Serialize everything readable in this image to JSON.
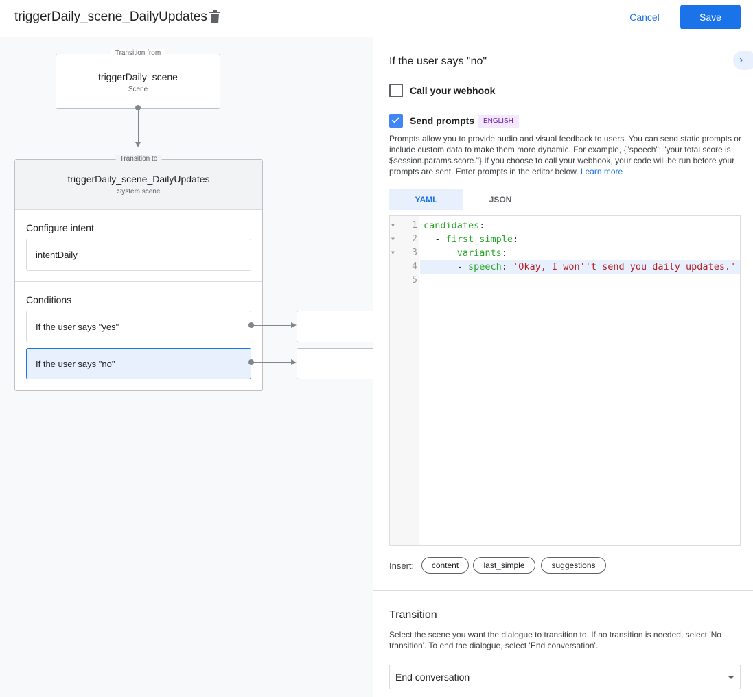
{
  "header": {
    "title": "triggerDaily_scene_DailyUpdates",
    "cancel": "Cancel",
    "save": "Save"
  },
  "canvas": {
    "from": {
      "label": "Transition from",
      "title": "triggerDaily_scene",
      "subtitle": "Scene"
    },
    "to": {
      "label": "Transition to",
      "title": "triggerDaily_scene_DailyUpdates",
      "subtitle": "System scene",
      "intent_heading": "Configure intent",
      "intent": "intentDaily",
      "conditions_heading": "Conditions",
      "conditions": [
        "If the user says \"yes\"",
        "If the user says \"no\""
      ]
    }
  },
  "panel": {
    "heading": "If the user says \"no\"",
    "webhook": {
      "label": "Call your webhook",
      "checked": false
    },
    "prompts": {
      "label": "Send prompts",
      "checked": true,
      "badge": "ENGLISH"
    },
    "description": "Prompts allow you to provide audio and visual feedback to users. You can send static prompts or include custom data to make them more dynamic. For example, {\"speech\": \"your total score is $session.params.score.\"} If you choose to call your webhook, your code will be run before your prompts are sent. Enter prompts in the editor below.",
    "learn_more": "Learn more",
    "tabs": [
      "YAML",
      "JSON"
    ],
    "active_tab": "YAML",
    "code": {
      "line_numbers": [
        "1",
        "2",
        "3",
        "4",
        "5"
      ],
      "l1k": "candidates",
      "l2d": "  - ",
      "l2k": "first_simple",
      "l3k": "variants",
      "l4d": "      - ",
      "l4k": "speech",
      "l4s": "'Okay, I won''t send you daily updates.'",
      "colon": ":"
    },
    "insert_label": "Insert:",
    "insert_chips": [
      "content",
      "last_simple",
      "suggestions"
    ],
    "transition": {
      "heading": "Transition",
      "description": "Select the scene you want the dialogue to transition to. If no transition is needed, select 'No transition'. To end the dialogue, select 'End conversation'.",
      "selected": "End conversation"
    }
  }
}
